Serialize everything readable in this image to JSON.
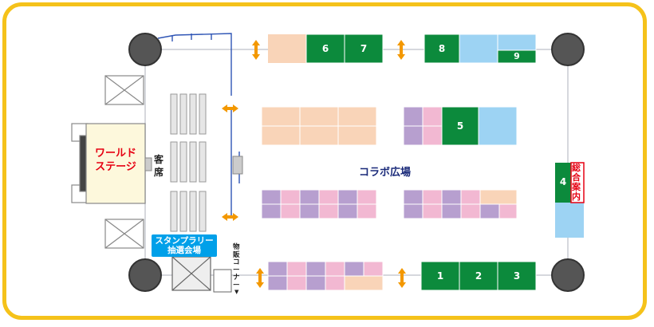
{
  "colors": {
    "border": "#f5c21a",
    "green": "#0c8a3c",
    "peach": "#f9d4b8",
    "lightblue": "#9dd3f3",
    "purple": "#b79fcf",
    "pink": "#f2b8d2",
    "stage": "#fdf8dc",
    "pillar": "#555555",
    "navy": "#1a2a7a",
    "red": "#e60012",
    "stamp_bg": "#00a0e9",
    "orange_arrow": "#f39800"
  },
  "labels": {
    "world_stage": "ワールド\nステージ",
    "audience_seats": "客\n席",
    "collab_plaza": "コラボ広場",
    "stamp_rally_line1": "スタンプラリー",
    "stamp_rally_line2": "抽選会場",
    "goods_corner": "物販コーナー",
    "info_desk": "総合案内"
  },
  "booths": {
    "b1": "1",
    "b2": "2",
    "b3": "3",
    "b4": "4",
    "b5": "5",
    "b6": "6",
    "b7": "7",
    "b8": "8",
    "b9": "9"
  }
}
